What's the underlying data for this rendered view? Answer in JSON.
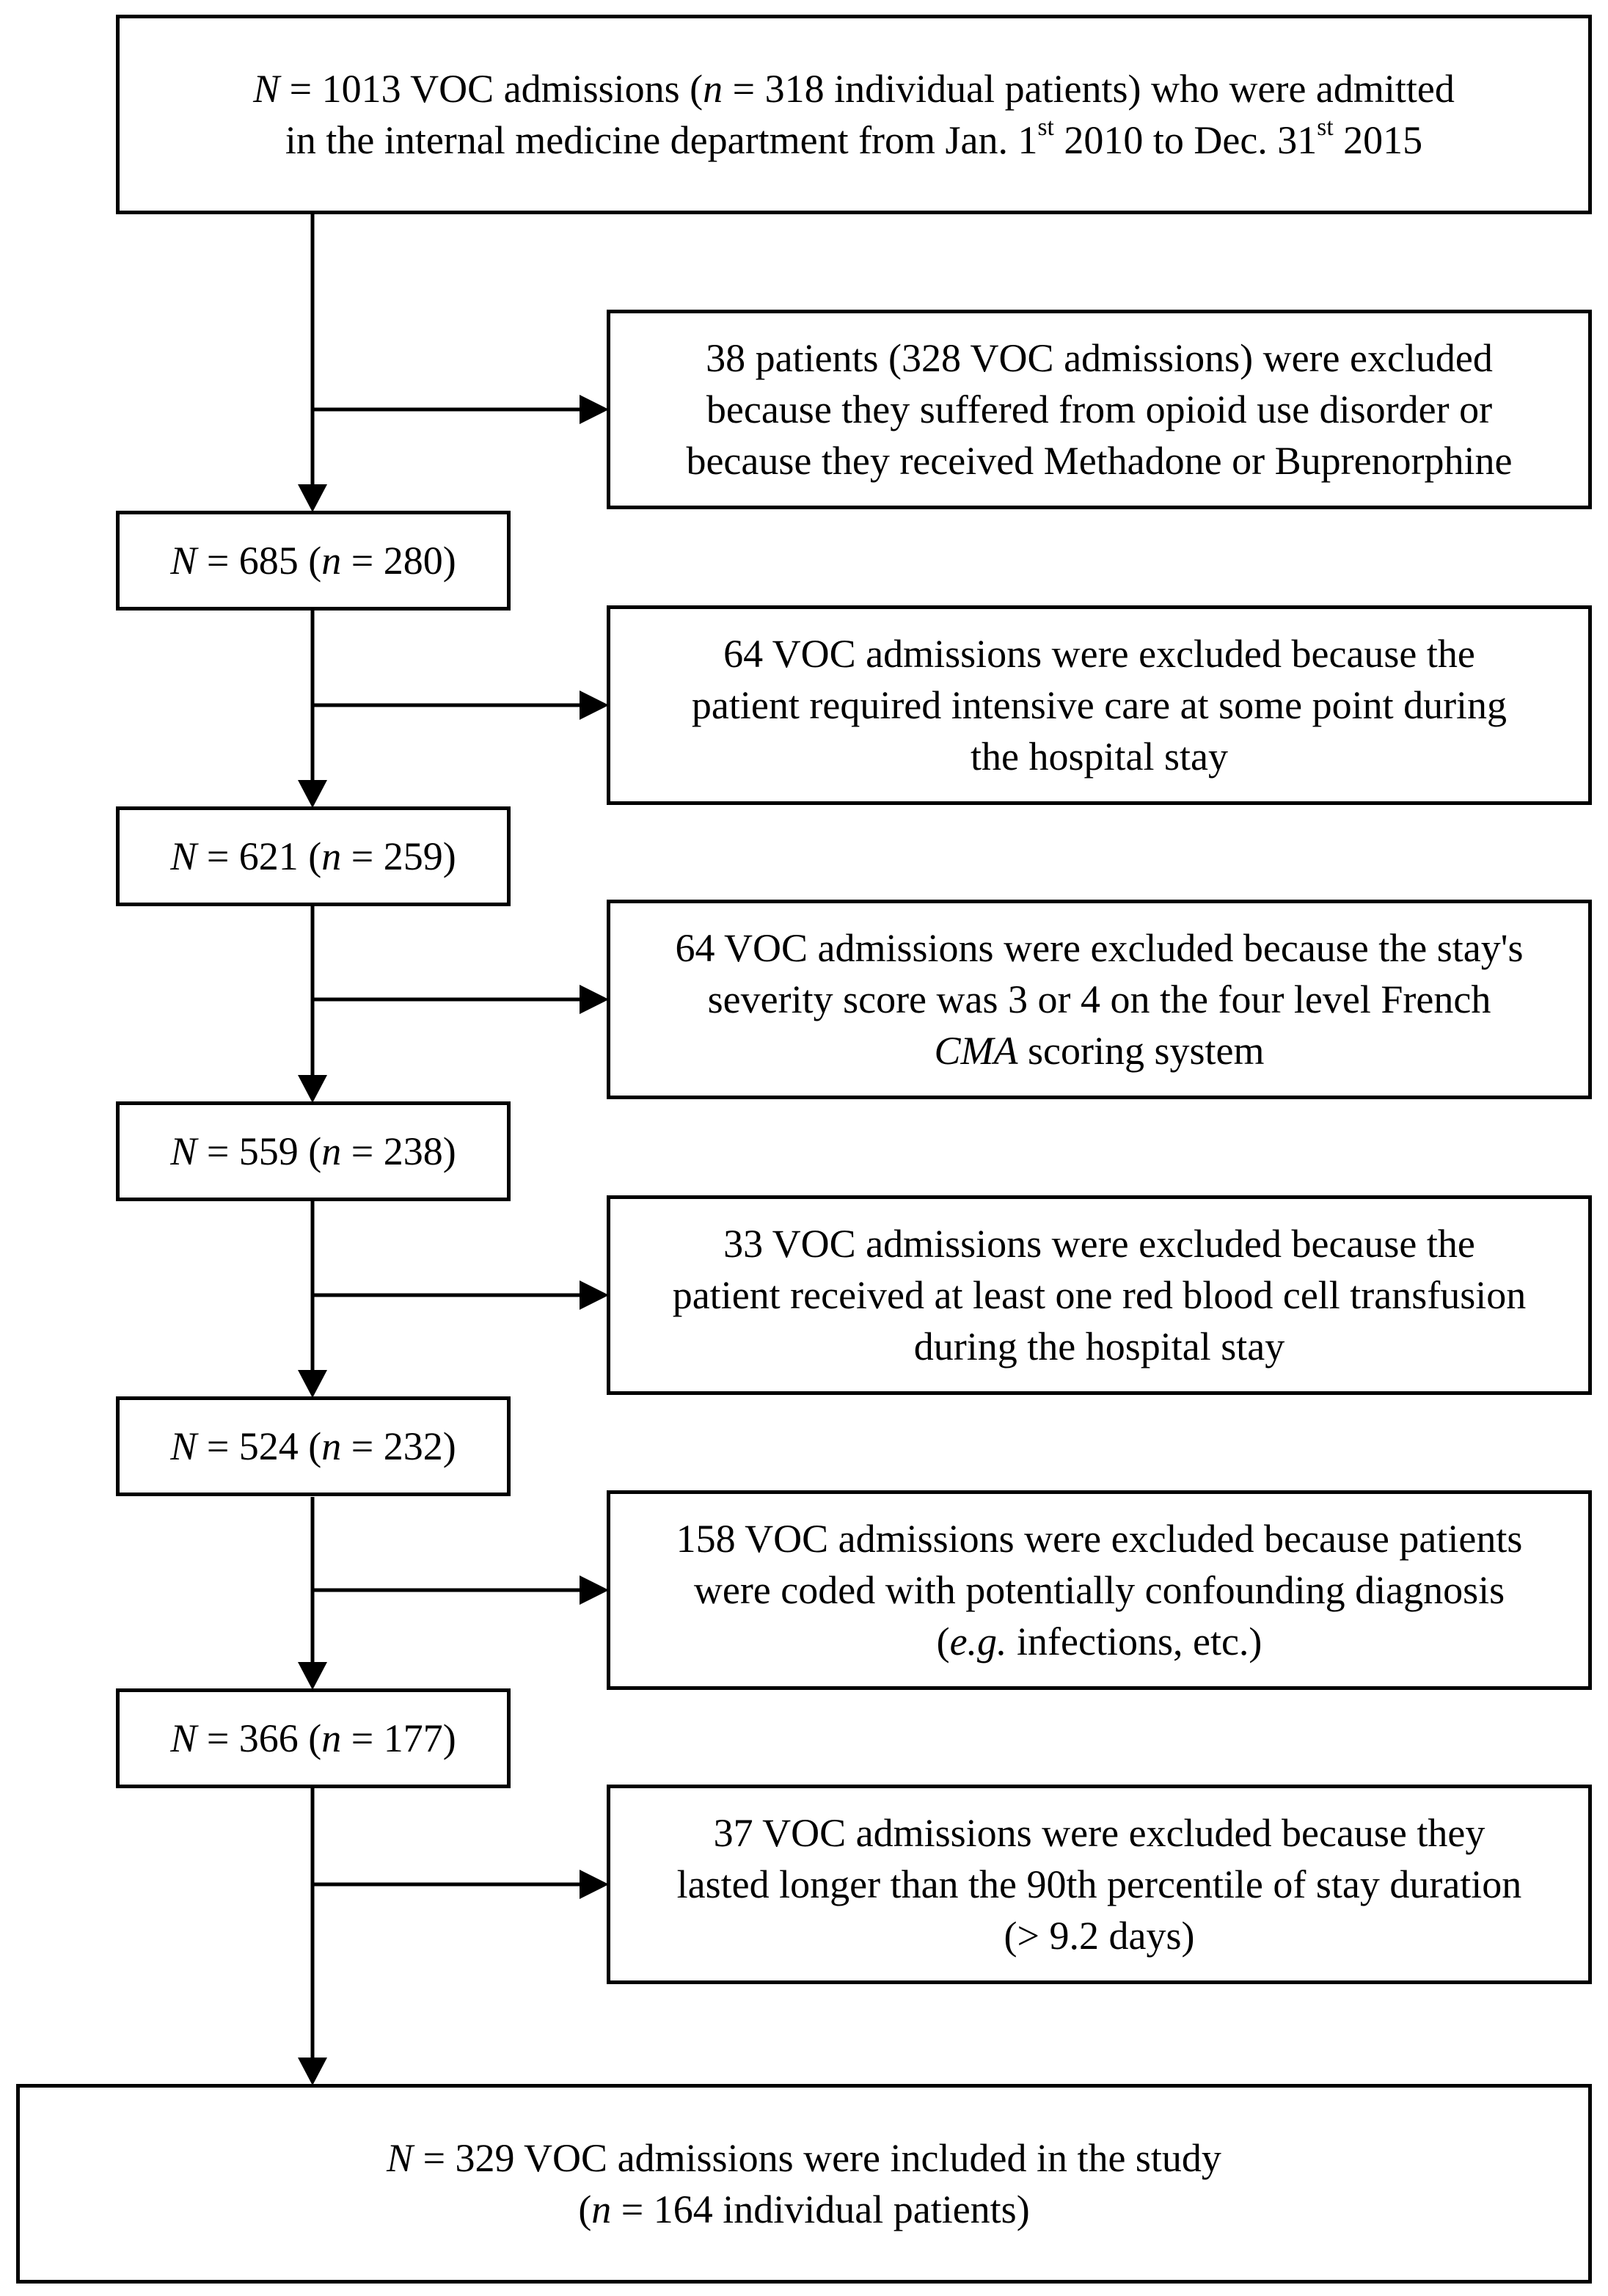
{
  "flowchart": {
    "top_box": {
      "lines": [
        {
          "pre": "",
          "it1": "N",
          "mid1": " = 1013 VOC admissions (",
          "it2": "n",
          "mid2": " = 318 individual patients) who were admitted"
        },
        {
          "a": "in the internal medicine department from Jan. 1",
          "sup1": "st",
          "b": " 2010 to Dec. 31",
          "sup2": "st",
          "c": " 2015"
        }
      ]
    },
    "exclusions": [
      {
        "lines": [
          "38 patients (328 VOC admissions) were excluded",
          "because they suffered from opioid use disorder or",
          "because they received Methadone or Buprenorphine"
        ]
      },
      {
        "lines": [
          "64 VOC admissions were excluded because the",
          "patient required intensive care at some point during",
          "the hospital stay"
        ]
      },
      {
        "lines": [
          "64 VOC admissions were excluded because the stay's",
          "severity score was 3 or 4 on the four level French"
        ],
        "line3_italic": "CMA",
        "line3_rest": " scoring system"
      },
      {
        "lines": [
          "33 VOC admissions were excluded because the",
          "patient received at least one red blood cell transfusion",
          "during the hospital stay"
        ]
      },
      {
        "lines": [
          "158 VOC admissions were excluded because patients",
          "were coded with potentially confounding diagnosis"
        ],
        "line3_pre": "(",
        "line3_italic": "e.g.",
        "line3_rest": " infections, etc.)"
      },
      {
        "lines": [
          "37 VOC admissions were excluded because they",
          "lasted longer than the 90th percentile of stay duration",
          "(> 9.2 days)"
        ]
      }
    ],
    "counts": [
      {
        "N_sym": "N",
        "N_val": " = 685 (",
        "n_sym": "n",
        "n_val": " = 280)"
      },
      {
        "N_sym": "N",
        "N_val": " = 621 (",
        "n_sym": "n",
        "n_val": " = 259)"
      },
      {
        "N_sym": "N",
        "N_val": " = 559 (",
        "n_sym": "n",
        "n_val": " = 238)"
      },
      {
        "N_sym": "N",
        "N_val": " = 524 (",
        "n_sym": "n",
        "n_val": " = 232)"
      },
      {
        "N_sym": "N",
        "N_val": " = 366 (",
        "n_sym": "n",
        "n_val": " = 177)"
      }
    ],
    "final_box": {
      "line1_it": "N",
      "line1_rest": " = 329 VOC admissions were included in the study",
      "line2_pre": "(",
      "line2_it": "n",
      "line2_rest": " = 164 individual patients)"
    }
  }
}
